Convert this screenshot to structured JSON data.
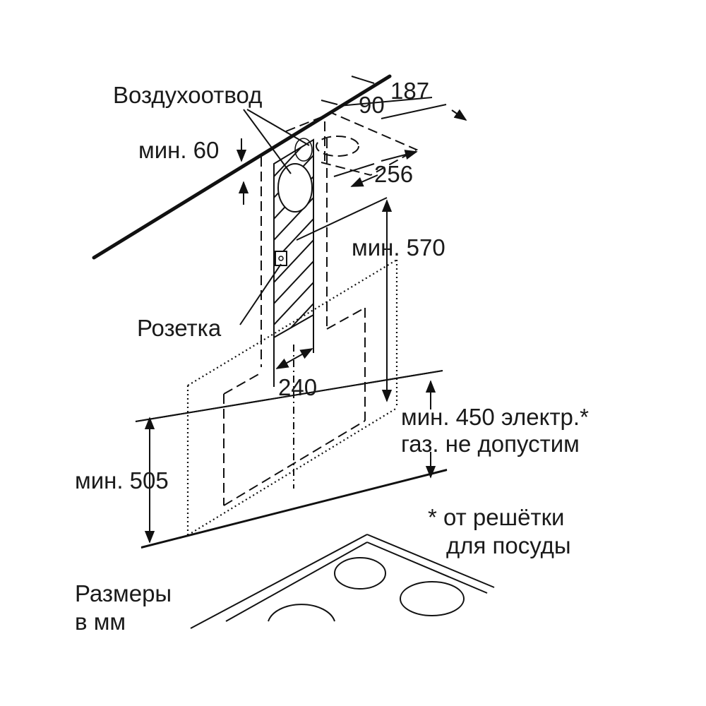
{
  "labels": {
    "air_outlet": "Воздухоотвод",
    "min_60": "мин. 60",
    "dim_90": "90",
    "dim_187": "187",
    "dim_256": "256",
    "min_570": "мин. 570",
    "socket": "Розетка",
    "dim_240": "240",
    "min_505": "мин. 505",
    "min_450_line1": "мин. 450 электр.*",
    "min_450_line2": "газ. не допустим",
    "footnote_line1": "* от решётки",
    "footnote_line2": "для посуды",
    "units_line1": "Размеры",
    "units_line2": "в мм"
  }
}
